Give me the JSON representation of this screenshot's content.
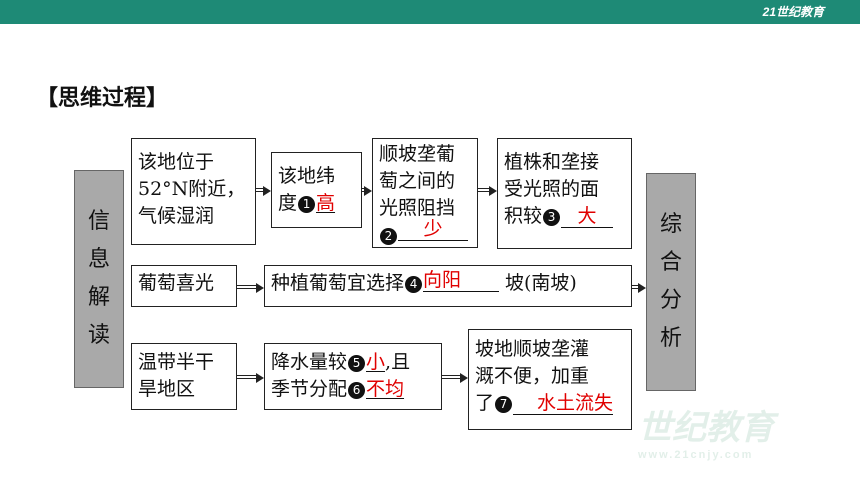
{
  "header": {
    "logo_text": "21世纪教育"
  },
  "section_title": "【思维过程】",
  "left_label": [
    "信",
    "息",
    "解",
    "读"
  ],
  "right_label": [
    "综",
    "合",
    "分",
    "析"
  ],
  "row1": {
    "box1": [
      "该地位于",
      "52°N附近，",
      "气候湿润"
    ],
    "box2": {
      "line1": "该地纬",
      "line2_prefix": "度",
      "num": "1",
      "answer": "高"
    },
    "box3": {
      "lines": [
        "顺坡垄葡",
        "萄之间的",
        "光照阻挡"
      ],
      "num": "2",
      "answer": "少"
    },
    "box4": {
      "lines": [
        "植株和垄接",
        "受光照的面"
      ],
      "line3_prefix": "积较",
      "num": "3",
      "answer": "大"
    }
  },
  "row2": {
    "box1": "葡萄喜光",
    "box2": {
      "prefix": "种植葡萄宜选择",
      "num": "4",
      "answer": "向阳",
      "suffix": "坡(南坡)"
    }
  },
  "row3": {
    "box1": [
      "温带半干",
      "旱地区"
    ],
    "box2": {
      "line1_prefix": "降水量较",
      "num5": "5",
      "answer5": "小",
      "line1_suffix": ",且",
      "line2_prefix": "季节分配",
      "num6": "6",
      "answer6": "不均"
    },
    "box3": {
      "lines": [
        "坡地顺坡垄灌",
        "溉不便，加重"
      ],
      "line3_prefix": "了",
      "num": "7",
      "answer": "水土流失"
    }
  },
  "watermark": {
    "main": "世纪教育",
    "sub": "www.21cnjy.com"
  }
}
